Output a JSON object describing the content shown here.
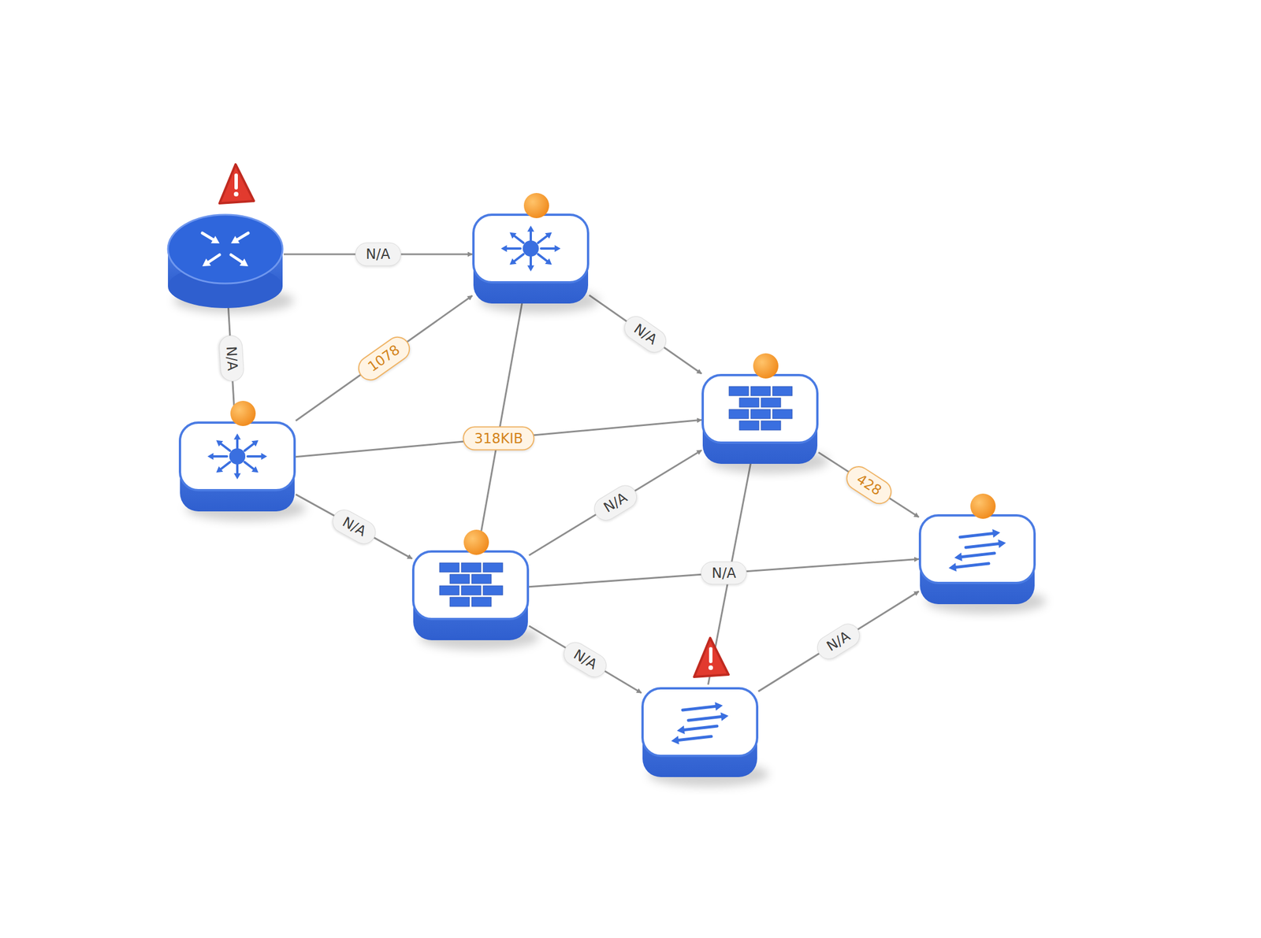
{
  "diagram": {
    "nodes": [
      {
        "text": []
      },
      {
        "text": []
      },
      {
        "text": []
      },
      {
        "text": []
      },
      {
        "text": []
      },
      {
        "text": []
      },
      {
        "text": []
      }
    ],
    "edges": [
      {
        "from": 0,
        "to": 1,
        "arrow": "to",
        "label": "N/A"
      },
      {
        "from": 0,
        "to": 2,
        "arrow": "none",
        "label": "N/A"
      },
      {
        "from": 2,
        "to": 1,
        "arrow": "to",
        "label": "1078"
      },
      {
        "from": 2,
        "to": 3,
        "arrow": "to",
        "label": "318KIB"
      },
      {
        "from": 2,
        "to": 4,
        "arrow": "to",
        "label": "N/A"
      },
      {
        "from": 4,
        "to": 1,
        "arrow": "to"
      },
      {
        "from": 1,
        "to": 3,
        "arrow": "to",
        "label": "N/A"
      },
      {
        "from": 4,
        "to": 3,
        "arrow": "to",
        "label": "N/A"
      },
      {
        "from": 4,
        "to": 5,
        "arrow": "to",
        "label": "N/A"
      },
      {
        "from": 4,
        "to": 6,
        "arrow": "to",
        "label": "N/A"
      },
      {
        "from": 6,
        "to": 3,
        "arrow": "to"
      },
      {
        "from": 3,
        "to": 5,
        "arrow": "to",
        "label": "428"
      },
      {
        "from": 6,
        "to": 5,
        "arrow": "to",
        "label": "N/A"
      }
    ]
  }
}
